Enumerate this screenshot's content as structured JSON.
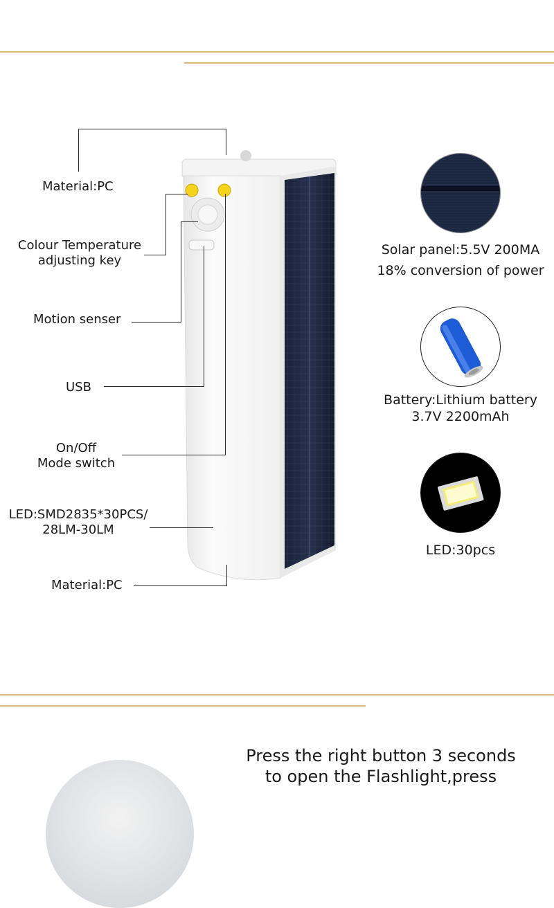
{
  "callouts_left": {
    "material_top": "Material:PC",
    "colour_temp_line1": "Colour Temperature",
    "colour_temp_line2": "adjusting key",
    "motion": "Motion senser",
    "usb": "USB",
    "onoff_line1": "On/Off",
    "onoff_line2": "Mode switch",
    "led_line1": "LED:SMD2835*30PCS/",
    "led_line2": "28LM-30LM",
    "material_bottom": "Material:PC"
  },
  "features_right": {
    "solar_line1": "Solar panel:5.5V 200MA",
    "solar_line2": "18% conversion of power",
    "battery_line1": "Battery:Lithium battery",
    "battery_line2": "3.7V 2200mAh",
    "led": "LED:30pcs"
  },
  "bottom_section": {
    "line1": "Press the right button 3 seconds",
    "line2": "to open the Flashlight,press"
  },
  "colors": {
    "accent_gold": "#d9b87a",
    "button_yellow": "#f5d21c",
    "solar_dark": "#1c2740",
    "battery_blue": "#1e5bd6"
  },
  "icons": [
    "solar-panel-icon",
    "battery-icon",
    "led-chip-icon"
  ]
}
